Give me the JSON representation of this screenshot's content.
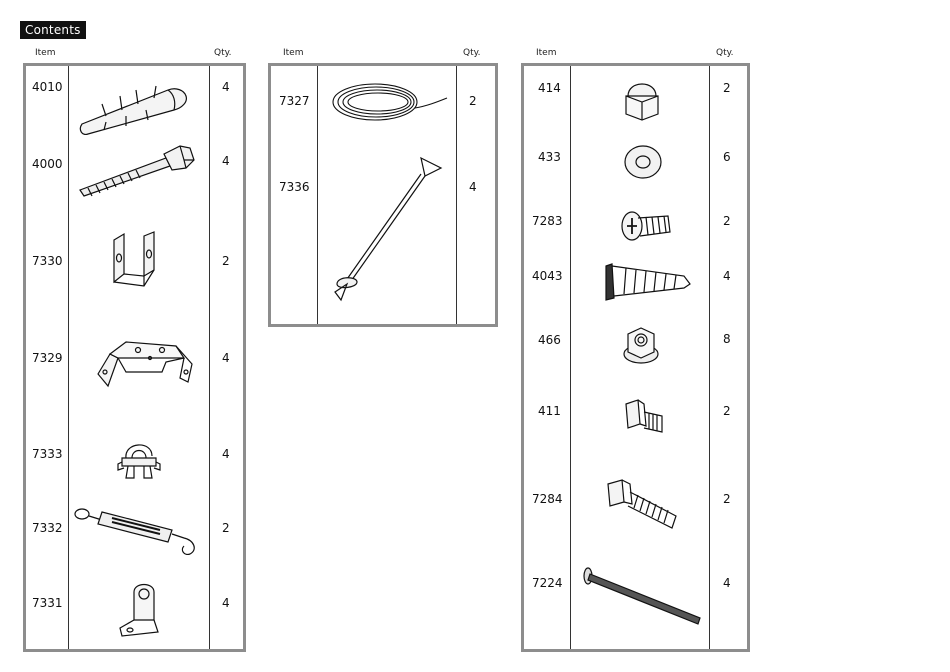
{
  "title": "Contents",
  "headers": {
    "item": "Item",
    "qty": "Qty."
  },
  "columns": [
    {
      "rows": [
        {
          "code": "4010",
          "qty": "4",
          "icon": "wall-anchor-icon"
        },
        {
          "code": "4000",
          "qty": "4",
          "icon": "lag-screw-icon"
        },
        {
          "code": "7330",
          "qty": "2",
          "icon": "u-bracket-icon"
        },
        {
          "code": "7329",
          "qty": "4",
          "icon": "hat-bracket-icon"
        },
        {
          "code": "7333",
          "qty": "4",
          "icon": "wire-clip-icon"
        },
        {
          "code": "7332",
          "qty": "2",
          "icon": "turnbuckle-icon"
        },
        {
          "code": "7331",
          "qty": "4",
          "icon": "angle-eye-bracket-icon"
        }
      ]
    },
    {
      "rows": [
        {
          "code": "7327",
          "qty": "2",
          "icon": "wire-coil-icon"
        },
        {
          "code": "7336",
          "qty": "4",
          "icon": "ground-anchor-icon"
        }
      ]
    },
    {
      "rows": [
        {
          "code": "414",
          "qty": "2",
          "icon": "acorn-nut-icon"
        },
        {
          "code": "433",
          "qty": "6",
          "icon": "washer-icon"
        },
        {
          "code": "7283",
          "qty": "2",
          "icon": "phillips-screw-icon"
        },
        {
          "code": "4043",
          "qty": "4",
          "icon": "wood-screw-icon"
        },
        {
          "code": "466",
          "qty": "8",
          "icon": "flange-nut-icon"
        },
        {
          "code": "411",
          "qty": "2",
          "icon": "square-bolt-short-icon"
        },
        {
          "code": "7284",
          "qty": "2",
          "icon": "square-bolt-long-icon"
        },
        {
          "code": "7224",
          "qty": "4",
          "icon": "long-bolt-icon"
        }
      ]
    }
  ]
}
